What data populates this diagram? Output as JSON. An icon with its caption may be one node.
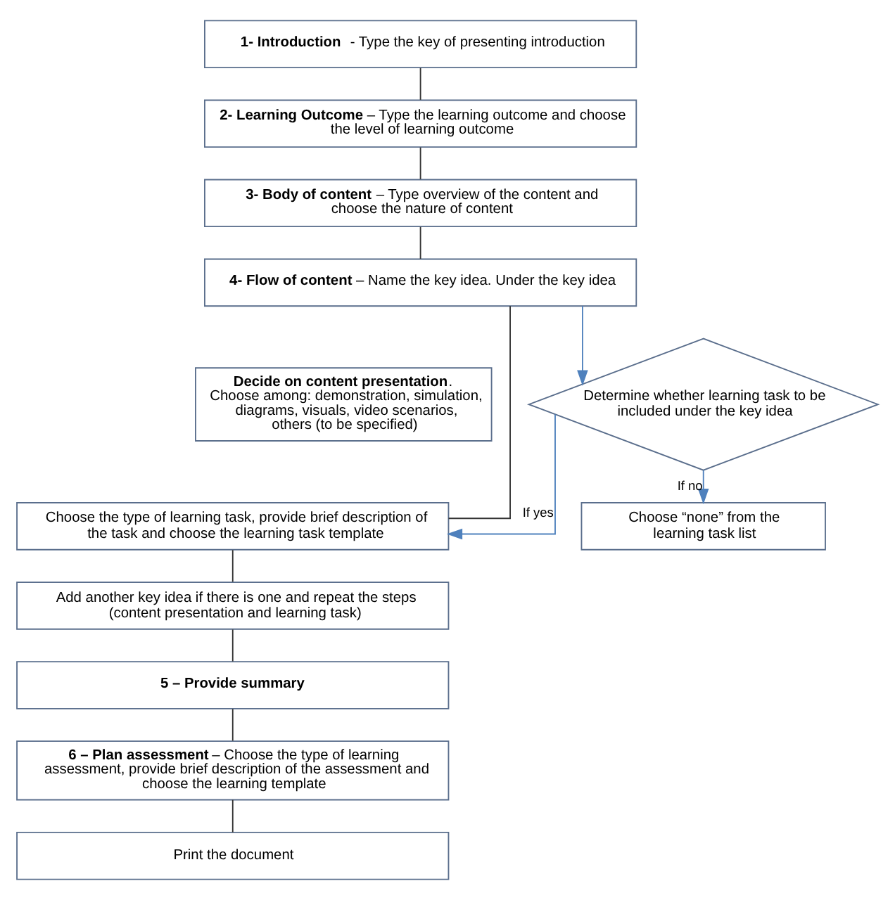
{
  "diagram": {
    "nodes": [
      {
        "text": [
          "**1- Introduction**  - Type the key of presenting introduction"
        ]
      },
      {
        "text": [
          "**2- Learning Outcome** – Type the learning outcome and choose the level of learning outcome"
        ]
      },
      {
        "text": [
          "**3- Body of content** – Type overview of the content and choose the nature of content"
        ]
      },
      {
        "text": [
          "**4- Flow of content** – Name the key idea. Under the key idea"
        ]
      },
      {
        "text": [
          "**Decide on content presentation**. Choose among: demonstration, simulation, diagrams, visuals, video scenarios, others (to be specified)"
        ]
      },
      {
        "text": [
          "Determine whether learning task to be included under the key idea"
        ]
      },
      {
        "text": [
          "Choose the type of learning task, provide brief description of the task and choose the learning task template"
        ]
      },
      {
        "text": [
          "Choose “none” from the learning task list"
        ]
      },
      {
        "text": [
          "Add another key idea if there is one and repeat the steps (content presentation and learning task)"
        ]
      },
      {
        "text": [
          "**5 – Provide summary**"
        ]
      },
      {
        "text": [
          "**6 – Plan assessment** – Choose the type of learning assessment, provide brief description of the assessment and choose the learning template"
        ]
      },
      {
        "text": [
          "Print the document"
        ]
      }
    ],
    "edges": [
      {
        "from": 0,
        "to": 1,
        "arrow": "none"
      },
      {
        "from": 1,
        "to": 2,
        "arrow": "none"
      },
      {
        "from": 2,
        "to": 3,
        "arrow": "none"
      },
      {
        "from": 3,
        "to": 6,
        "arrow": "none"
      },
      {
        "from": 3,
        "to": 5,
        "arrow": "to",
        "color": "#4f81bd"
      },
      {
        "from": 5,
        "to": 6,
        "arrow": "to",
        "label": "If yes",
        "color": "#4f81bd"
      },
      {
        "from": 5,
        "to": 7,
        "arrow": "to",
        "label": "If no",
        "color": "#4f81bd"
      },
      {
        "from": 6,
        "to": 8,
        "arrow": "none"
      },
      {
        "from": 8,
        "to": 9,
        "arrow": "none"
      },
      {
        "from": 9,
        "to": 10,
        "arrow": "none"
      },
      {
        "from": 10,
        "to": 11,
        "arrow": "none"
      }
    ]
  }
}
